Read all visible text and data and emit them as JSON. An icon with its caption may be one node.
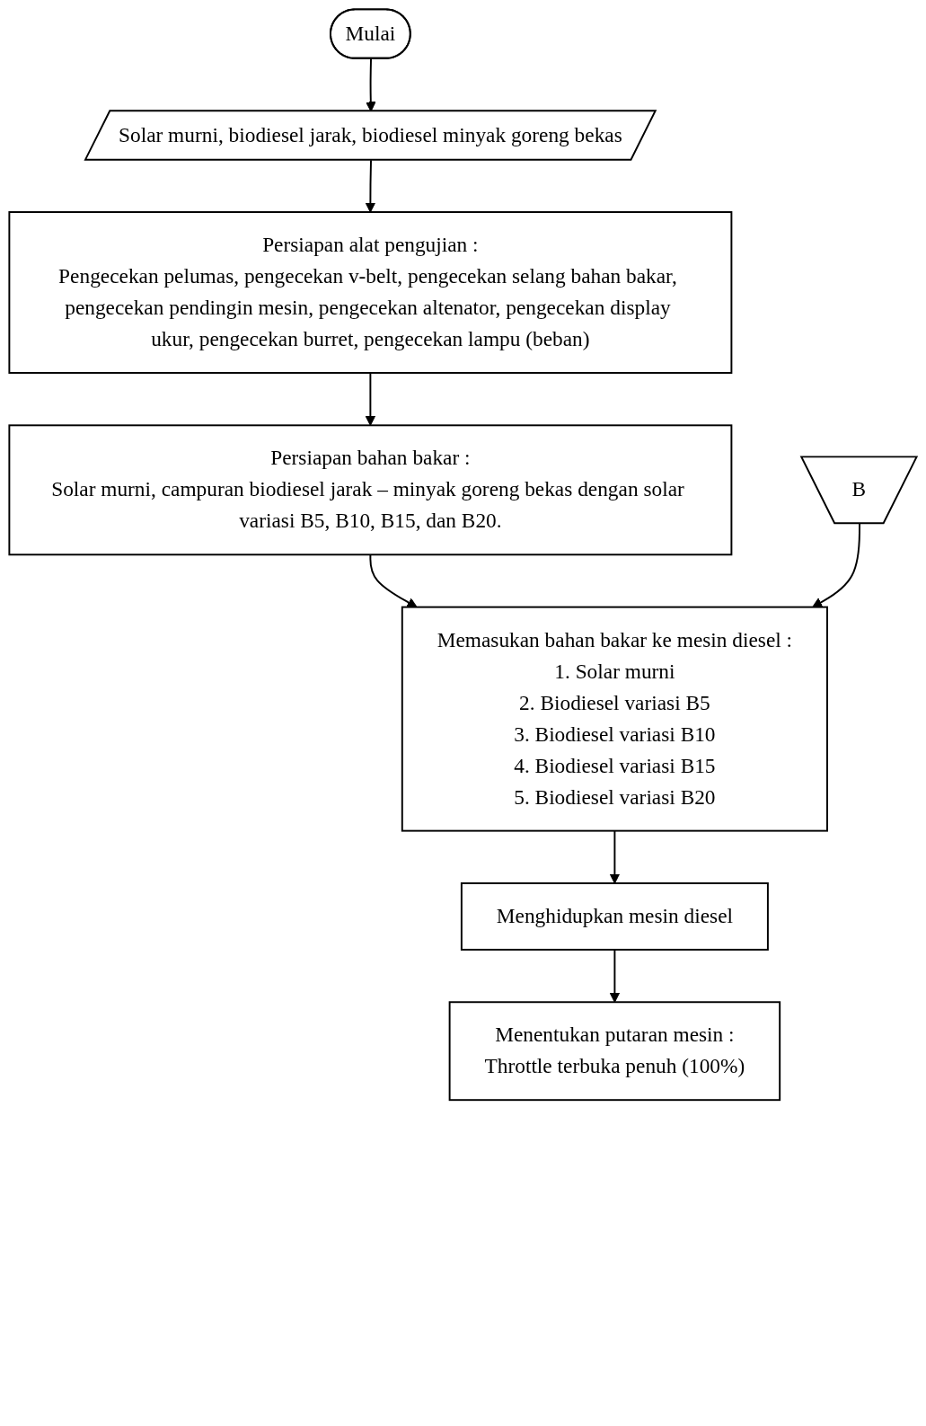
{
  "diagram": {
    "nodes": [
      {
        "text": [
          "Mulai"
        ]
      },
      {
        "text": [
          "Solar murni, biodiesel jarak, biodiesel minyak goreng bekas"
        ]
      },
      {
        "text": [
          "Persiapan alat pengujian :",
          "Pengecekan pelumas, pengecekan v-belt, pengecekan selang bahan bakar, pengecekan pendingin mesin, pengecekan altenator, pengecekan display ukur, pengecekan burret, pengecekan lampu (beban)"
        ]
      },
      {
        "text": [
          "Persiapan bahan bakar :",
          "Solar murni, campuran biodiesel jarak – minyak goreng bekas dengan solar variasi B5, B10, B15, dan B20."
        ]
      },
      {
        "text": [
          "Memasukan bahan bakar ke mesin diesel :",
          "1. Solar murni",
          "2. Biodiesel variasi B5",
          "3. Biodiesel variasi B10",
          "4. Biodiesel variasi B15",
          "5. Biodiesel variasi B20"
        ]
      },
      {
        "text": [
          "Menghidupkan mesin diesel"
        ]
      },
      {
        "text": [
          "Menentukan putaran mesin :",
          "Throttle terbuka penuh (100%)"
        ]
      },
      {
        "text": [
          "B"
        ]
      }
    ],
    "edges": [
      {
        "from": 0,
        "to": 1,
        "arrow": "to"
      },
      {
        "from": 1,
        "to": 2,
        "arrow": "to"
      },
      {
        "from": 2,
        "to": 3,
        "arrow": "to"
      },
      {
        "from": 3,
        "to": 4,
        "arrow": "to"
      },
      {
        "from": 4,
        "to": 5,
        "arrow": "to"
      },
      {
        "from": 5,
        "to": 6,
        "arrow": "to"
      },
      {
        "from": 7,
        "to": 4,
        "arrow": "to"
      }
    ]
  }
}
